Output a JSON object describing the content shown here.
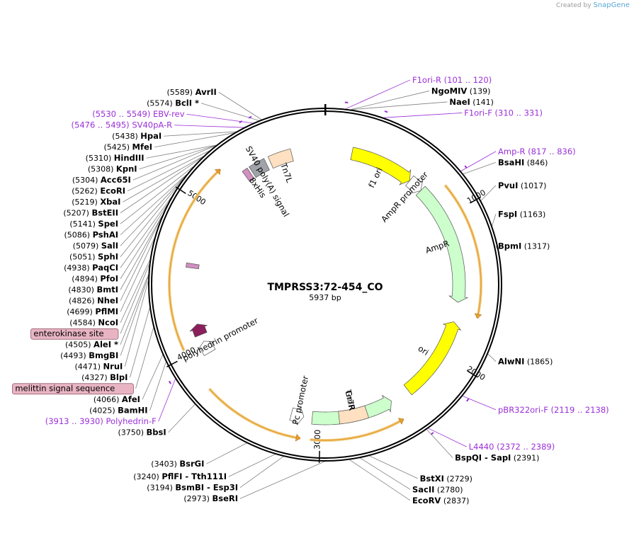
{
  "branding": {
    "created_by": "Created by",
    "product": "SnapGene"
  },
  "plasmid": {
    "name": "TMPRSS3:72-454_CO",
    "length_label": "5937 bp",
    "length": 5937
  },
  "colors": {
    "backbone": "#000000",
    "primer": "#9b30d9",
    "site": "#000000",
    "leader": "#808080",
    "f1ori": "#ffff00",
    "ori": "#ffff00",
    "ampr": "#ccffcc",
    "gmr": "#ccffcc",
    "tn7": "#ffe0c0",
    "orf": "#e8a030",
    "polyhedrin": "#ffffff",
    "pc": "#ffffff",
    "his": "#d090c0",
    "sv40": "#a0a4a8",
    "feature_box": "#e8b4c4"
  },
  "ticks": [
    {
      "pos": 1,
      "label": ""
    },
    {
      "pos": 1000,
      "label": "1000"
    },
    {
      "pos": 2000,
      "label": "2000"
    },
    {
      "pos": 3000,
      "label": "3000"
    },
    {
      "pos": 4000,
      "label": "4000"
    },
    {
      "pos": 5000,
      "label": "5000"
    }
  ],
  "sites": [
    {
      "name": "NgoMIV",
      "pos": "139",
      "at": 139
    },
    {
      "name": "NaeI",
      "pos": "141",
      "at": 141
    },
    {
      "name": "BsaHI",
      "pos": "846",
      "at": 846
    },
    {
      "name": "PvuI",
      "pos": "1017",
      "at": 1017
    },
    {
      "name": "FspI",
      "pos": "1163",
      "at": 1163
    },
    {
      "name": "BpmI",
      "pos": "1317",
      "at": 1317
    },
    {
      "name": "AlwNI",
      "pos": "1865",
      "at": 1865
    },
    {
      "name": "BspQI - SapI",
      "pos": "2391",
      "at": 2391
    },
    {
      "name": "BstXI",
      "pos": "2729",
      "at": 2729
    },
    {
      "name": "SacII",
      "pos": "2780",
      "at": 2780
    },
    {
      "name": "EcoRV",
      "pos": "2837",
      "at": 2837
    },
    {
      "name": "BseRI",
      "pos": "2973",
      "at": 2973
    },
    {
      "name": "BsmBI - Esp3I",
      "pos": "3194",
      "at": 3194
    },
    {
      "name": "PflFI - Tth111I",
      "pos": "3240",
      "at": 3240
    },
    {
      "name": "BsrGI",
      "pos": "3403",
      "at": 3403
    },
    {
      "name": "BbsI",
      "pos": "3750",
      "at": 3750
    },
    {
      "name": "BamHI",
      "pos": "4025",
      "at": 4025
    },
    {
      "name": "AfeI",
      "pos": "4066",
      "at": 4066
    },
    {
      "name": "BlpI",
      "pos": "4327",
      "at": 4327
    },
    {
      "name": "NruI",
      "pos": "4471",
      "at": 4471
    },
    {
      "name": "BmgBI",
      "pos": "4493",
      "at": 4493
    },
    {
      "name": "AleI *",
      "pos": "4505",
      "at": 4505
    },
    {
      "name": "NcoI",
      "pos": "4584",
      "at": 4584
    },
    {
      "name": "PflMI",
      "pos": "4699",
      "at": 4699
    },
    {
      "name": "NheI",
      "pos": "4826",
      "at": 4826
    },
    {
      "name": "BmtI",
      "pos": "4830",
      "at": 4830
    },
    {
      "name": "PfoI",
      "pos": "4894",
      "at": 4894
    },
    {
      "name": "PaqCI",
      "pos": "4938",
      "at": 4938
    },
    {
      "name": "SphI",
      "pos": "5051",
      "at": 5051
    },
    {
      "name": "SalI",
      "pos": "5079",
      "at": 5079
    },
    {
      "name": "PshAI",
      "pos": "5086",
      "at": 5086
    },
    {
      "name": "SpeI",
      "pos": "5141",
      "at": 5141
    },
    {
      "name": "BstEII",
      "pos": "5207",
      "at": 5207
    },
    {
      "name": "XbaI",
      "pos": "5219",
      "at": 5219
    },
    {
      "name": "EcoRI",
      "pos": "5262",
      "at": 5262
    },
    {
      "name": "Acc65I",
      "pos": "5304",
      "at": 5304
    },
    {
      "name": "KpnI",
      "pos": "5308",
      "at": 5308
    },
    {
      "name": "HindIII",
      "pos": "5310",
      "at": 5310
    },
    {
      "name": "MfeI",
      "pos": "5425",
      "at": 5425
    },
    {
      "name": "HpaI",
      "pos": "5438",
      "at": 5438
    },
    {
      "name": "BclI *",
      "pos": "5574",
      "at": 5574
    },
    {
      "name": "AvrII",
      "pos": "5589",
      "at": 5589
    }
  ],
  "primers": [
    {
      "name": "F1ori-R",
      "range": "(101 .. 120)",
      "at": 110
    },
    {
      "name": "F1ori-F",
      "range": "(310 .. 331)",
      "at": 320
    },
    {
      "name": "Amp-R",
      "range": "(817 .. 836)",
      "at": 826
    },
    {
      "name": "pBR322ori-F",
      "range": "(2119 .. 2138)",
      "at": 2128
    },
    {
      "name": "L4440",
      "range": "(2372 .. 2389)",
      "at": 2380
    },
    {
      "name": "Polyhedrin-F",
      "range": "(3913 .. 3930)",
      "at": 3921
    },
    {
      "name": "SV40pA-R",
      "range": "(5476 .. 5495)",
      "at": 5485
    },
    {
      "name": "EBV-rev",
      "range": "(5530 .. 5549)",
      "at": 5539
    }
  ],
  "site_features": [
    {
      "name": "enterokinase site",
      "at": 4560
    },
    {
      "name": "melittin signal sequence",
      "at": 4220
    }
  ],
  "features": [
    {
      "name": "f1 ori",
      "start": 190,
      "end": 645,
      "color": "#ffff00",
      "dir": 1,
      "ring": "inner1"
    },
    {
      "name": "AmpR promoter",
      "start": 645,
      "end": 750,
      "color": "#ffffff",
      "dir": 1,
      "ring": "inner1"
    },
    {
      "name": "AmpR",
      "start": 750,
      "end": 1610,
      "color": "#ccffcc",
      "dir": 1,
      "ring": "inner1"
    },
    {
      "name": "ori",
      "start": 1750,
      "end": 2340,
      "color": "#ffff00",
      "dir": -1,
      "ring": "inner1"
    },
    {
      "name": "GmR",
      "start": 2480,
      "end": 3060,
      "color": "#ccffcc",
      "dir": -1,
      "ring": "inner1"
    },
    {
      "name": "Tn7R",
      "start": 2670,
      "end": 2870,
      "color": "#ffe0c0",
      "dir": 0,
      "ring": "inner1"
    },
    {
      "name": "Pc promoter",
      "start": 3120,
      "end": 3210,
      "color": "#ffffff",
      "dir": -1,
      "ring": "inner1"
    },
    {
      "name": "polyhedrin promoter",
      "start": 3950,
      "end": 4040,
      "color": "#ffffff",
      "dir": 1,
      "ring": "inner1"
    },
    {
      "name": "",
      "start": 4090,
      "end": 4170,
      "color": "#8b1f5c",
      "dir": 1,
      "ring": "inner1"
    },
    {
      "name": "",
      "start": 4570,
      "end": 4600,
      "color": "#d090c0",
      "dir": 0,
      "ring": "inner1"
    },
    {
      "name": "8xHis",
      "start": 5340,
      "end": 5380,
      "color": "#d090c0",
      "dir": 0,
      "ring": "inner1"
    },
    {
      "name": "SV40 poly(A) signal",
      "start": 5395,
      "end": 5510,
      "color": "#a0a4a8",
      "dir": 0,
      "ring": "inner1"
    },
    {
      "name": "Tn7L",
      "start": 5540,
      "end": 5700,
      "color": "#ffe0c0",
      "dir": 0,
      "ring": "inner1"
    }
  ],
  "orfs": [
    {
      "start": 830,
      "end": 1690,
      "dir": 1
    },
    {
      "start": 2470,
      "end": 3060,
      "dir": -1
    },
    {
      "start": 3120,
      "end": 3760,
      "dir": -1
    },
    {
      "start": 4040,
      "end": 5240,
      "dir": 1
    }
  ]
}
